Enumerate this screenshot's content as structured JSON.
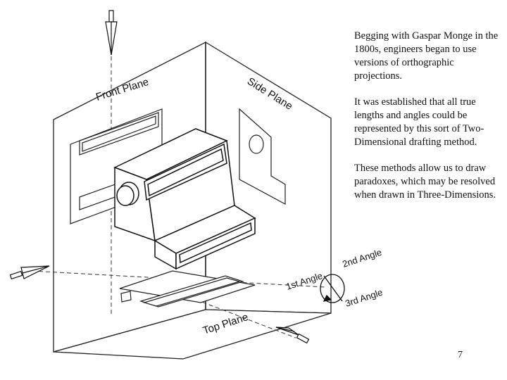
{
  "diagram": {
    "plane_labels": {
      "front": "Front Plane",
      "side": "Side Plane",
      "top": "Top Plane"
    },
    "angle_labels": {
      "first": "1st Angle",
      "second": "2nd Angle",
      "third": "3rd Angle"
    }
  },
  "text": {
    "paragraphs": [
      "Begging with Gaspar Monge in the 1800s, engineers began to use versions of orthographic projections.",
      "It was established that all true lengths and angles could be represented by this sort of Two-Dimensional drafting method.",
      "These methods allow us to draw paradoxes, which may be resolved when drawn in Three-Dimensions."
    ]
  },
  "page_number": "7"
}
